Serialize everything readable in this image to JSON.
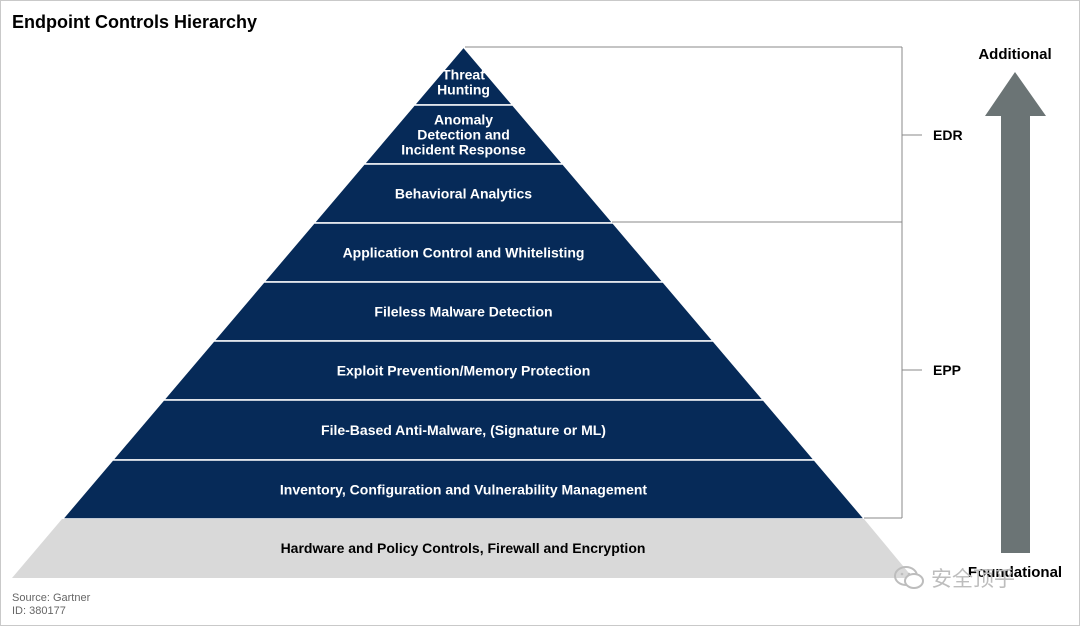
{
  "title": "Endpoint Controls Hierarchy",
  "pyramid_layers": [
    {
      "lines": [
        "Threat",
        "Hunting"
      ]
    },
    {
      "lines": [
        "Anomaly",
        "Detection and",
        "Incident Response"
      ]
    },
    {
      "lines": [
        "Behavioral Analytics"
      ]
    },
    {
      "lines": [
        "Application Control and Whitelisting"
      ]
    },
    {
      "lines": [
        "Fileless Malware Detection"
      ]
    },
    {
      "lines": [
        "Exploit Prevention/Memory Protection"
      ]
    },
    {
      "lines": [
        "File-Based Anti-Malware, (Signature or ML)"
      ]
    },
    {
      "lines": [
        "Inventory, Configuration and Vulnerability Management"
      ]
    }
  ],
  "base_layer": "Hardware and Policy Controls, Firewall and Encryption",
  "brackets": {
    "edr": "EDR",
    "epp": "EPP"
  },
  "arrow": {
    "top_label": "Additional",
    "bottom_label": "Foundational"
  },
  "source": {
    "line1": "Source: Gartner",
    "line2": "ID: 380177"
  },
  "watermark": "安全顶乎",
  "colors": {
    "layer_fill": "#062a58",
    "base_fill": "#d9d9d9",
    "arrow_fill": "#6b7475",
    "bracket_line": "#888888"
  }
}
